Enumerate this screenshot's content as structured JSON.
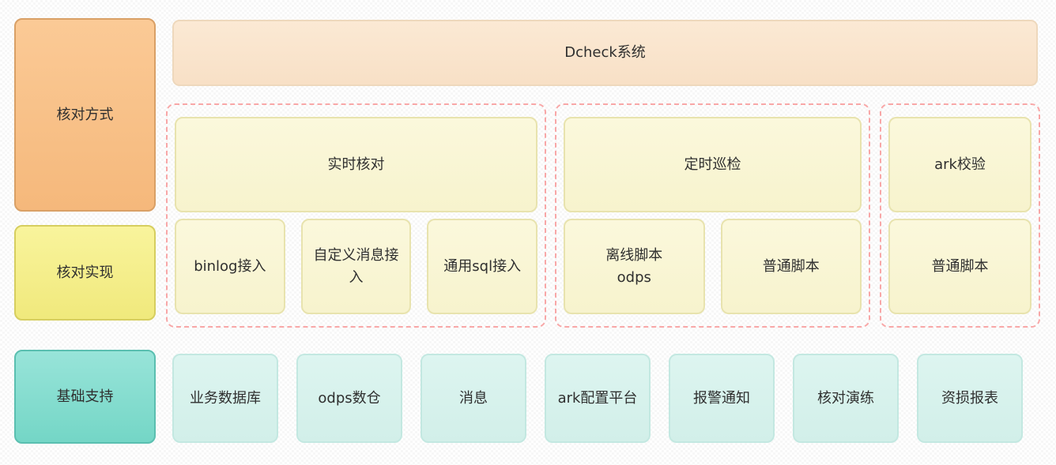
{
  "colors": {
    "orange_box": "#f7bd82",
    "orange_border": "#d9a066",
    "peach_banner": "#fae8d2",
    "peach_border": "#eed8bc",
    "pale_yellow_box": "#f9f5d4",
    "pale_yellow_border": "#e8e3ae",
    "bright_yellow_box": "#f5ef8c",
    "bright_yellow_border": "#d6ce5f",
    "teal_box": "#86ddd0",
    "teal_border": "#5abfb0",
    "mint_box": "#d8f3ee",
    "mint_border": "#c3e8e1",
    "dashed_group_border": "#f8a7a7",
    "text": "#2f2f2f",
    "background": "#ffffff"
  },
  "left_column": {
    "rows": [
      {
        "label": "核对方式"
      },
      {
        "label": "核对实现"
      },
      {
        "label": "基础支持"
      }
    ]
  },
  "banner": {
    "label": "Dcheck系统"
  },
  "groups": [
    {
      "header": "实时核对",
      "items": [
        "binlog接入",
        "自定义消息接入",
        "通用sql接入"
      ]
    },
    {
      "header": "定时巡检",
      "items": [
        "离线脚本\nodps",
        "普通脚本"
      ]
    },
    {
      "header": "ark校验",
      "items": [
        "普通脚本"
      ]
    }
  ],
  "base_row": {
    "items": [
      "业务数据库",
      "odps数仓",
      "消息",
      "ark配置平台",
      "报警通知",
      "核对演练",
      "资损报表"
    ]
  }
}
